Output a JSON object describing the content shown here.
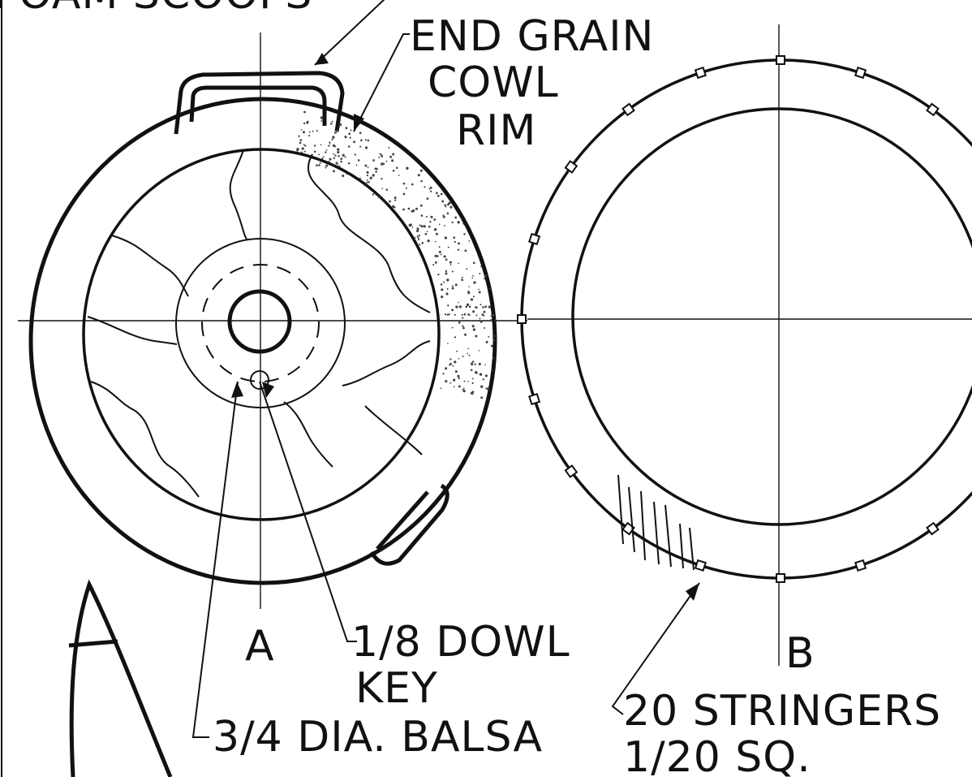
{
  "callouts": {
    "top_left_partial": "FOAM SCOOPS",
    "end_grain_line1": "END GRAIN",
    "end_grain_line2": "COWL",
    "end_grain_line3": "RIM",
    "view_a": "A",
    "dowel_line1": "1/8 DOWL",
    "dowel_line2": "KEY",
    "balsa": "3/4 DIA. BALSA",
    "view_b": "B",
    "stringers_line1": "20 STRINGERS",
    "stringers_line2": "1/20 SQ."
  },
  "colors": {
    "ink": "#111111",
    "paper": "#ffffff"
  }
}
